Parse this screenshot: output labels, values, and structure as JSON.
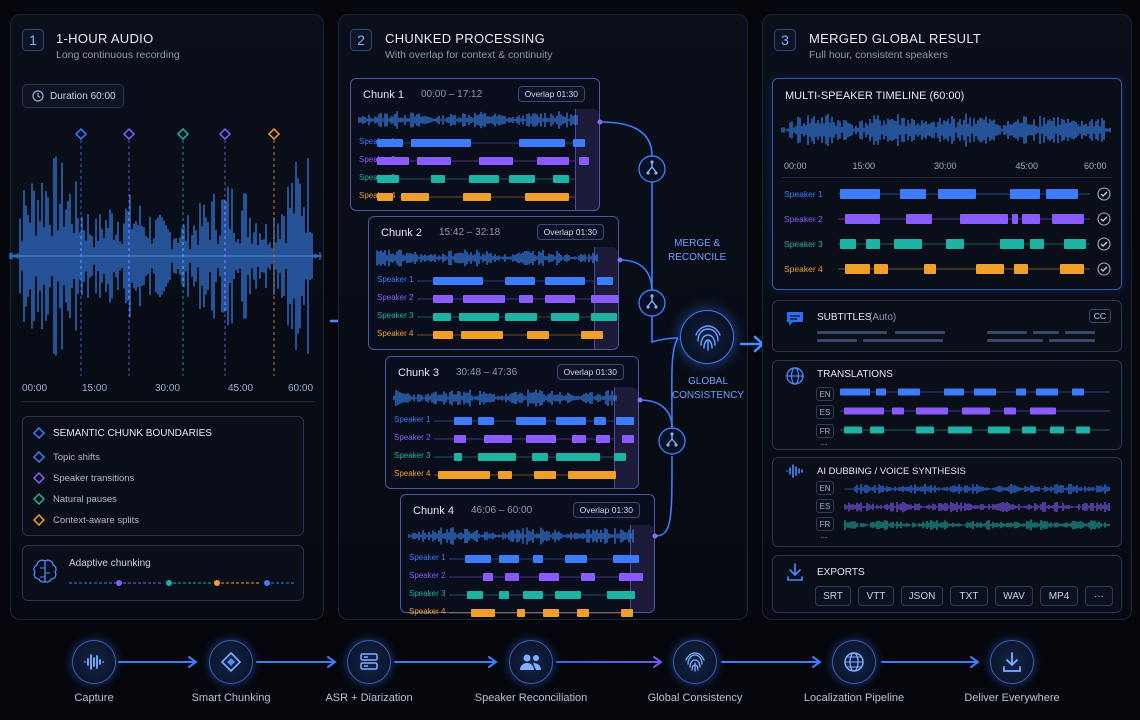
{
  "panel1": {
    "number": "1",
    "title": "1-HOUR AUDIO",
    "subtitle": "Long continuous recording",
    "duration": "Duration 60:00",
    "ticks": [
      "00:00",
      "15:00",
      "30:00",
      "45:00",
      "60:00"
    ],
    "boundaries_title": "SEMANTIC CHUNK BOUNDARIES",
    "boundaries": [
      "Topic shifts",
      "Speaker transitions",
      "Natural pauses",
      "Context-aware splits"
    ],
    "adaptive": "Adaptive chunking"
  },
  "panel2": {
    "number": "2",
    "title": "CHUNKED PROCESSING",
    "subtitle": "With overlap for context & continuity",
    "chunks": [
      {
        "name": "Chunk 1",
        "range": "00:00 – 17:12",
        "overlap": "Overlap 01:30"
      },
      {
        "name": "Chunk 2",
        "range": "15:42 – 32:18",
        "overlap": "Overlap 01:30"
      },
      {
        "name": "Chunk 3",
        "range": "30:48 – 47:36",
        "overlap": "Overlap 01:30"
      },
      {
        "name": "Chunk 4",
        "range": "46:06 – 60:00",
        "overlap": "Overlap 01:30"
      }
    ],
    "speakers": [
      "Speaker 1",
      "Speaker 2",
      "Speaker 3",
      "Speaker 4"
    ],
    "merge_label_1": "MERGE &",
    "merge_label_2": "RECONCILE",
    "global_label_1": "GLOBAL",
    "global_label_2": "CONSISTENCY"
  },
  "panel3": {
    "number": "3",
    "title": "MERGED GLOBAL RESULT",
    "subtitle": "Full hour, consistent speakers",
    "timeline_title": "MULTI-SPEAKER TIMELINE (60:00)",
    "ticks": [
      "00:00",
      "15:00",
      "30:00",
      "45:00",
      "60:00"
    ],
    "speakers": [
      "Speaker 1",
      "Speaker 2",
      "Speaker 3",
      "Speaker 4"
    ],
    "subtitles_title": "SUBTITLES",
    "subtitles_auto": "(Auto)",
    "cc": "CC",
    "translations_title": "TRANSLATIONS",
    "languages": [
      "EN",
      "ES",
      "FR"
    ],
    "ellipsis": "...",
    "dubbing_title": "AI DUBBING / VOICE SYNTHESIS",
    "exports_title": "EXPORTS",
    "formats": [
      "SRT",
      "VTT",
      "JSON",
      "TXT",
      "WAV",
      "MP4",
      "···"
    ]
  },
  "pipeline": [
    "Capture",
    "Smart Chunking",
    "ASR + Diarization",
    "Speaker Reconciliation",
    "Global Consistency",
    "Localization Pipeline",
    "Deliver Everywhere"
  ],
  "colors": {
    "speaker1": "#3d7cff",
    "speaker2": "#8a5cff",
    "speaker3": "#1db4a4",
    "speaker4": "#f0a02a",
    "wave": "#3d8bff"
  }
}
